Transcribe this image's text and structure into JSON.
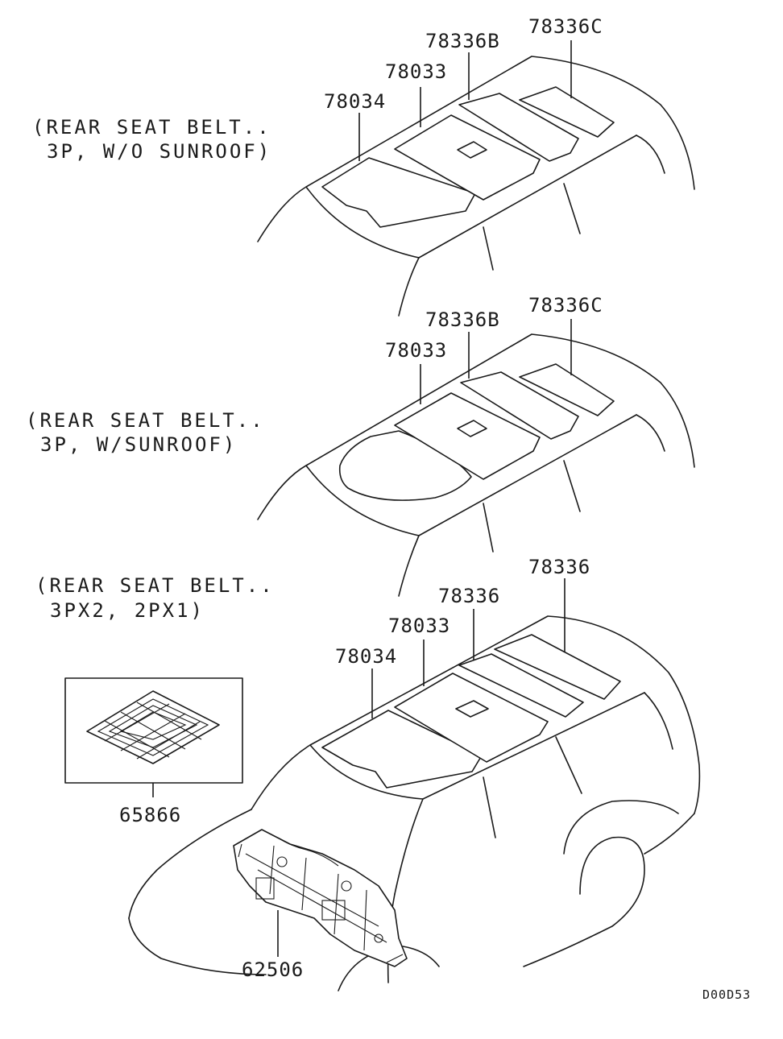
{
  "notes": {
    "top": [
      "(REAR SEAT BELT..",
      "3P, W/O SUNROOF)"
    ],
    "middle": [
      "(REAR SEAT BELT..",
      "3P, W/SUNROOF)"
    ],
    "bottom": [
      "(REAR SEAT BELT..",
      "3PX2, 2PX1)"
    ]
  },
  "callouts": {
    "top": {
      "c1": "78336C",
      "c2": "78336B",
      "c3": "78033",
      "c4": "78034"
    },
    "middle": {
      "c1": "78336C",
      "c2": "78336B",
      "c3": "78033"
    },
    "bottom": {
      "c1": "78336",
      "c2": "78336",
      "c3": "78033",
      "c4": "78034"
    },
    "mat": "65866",
    "dash": "62506"
  },
  "diagram_code": "D00D53"
}
